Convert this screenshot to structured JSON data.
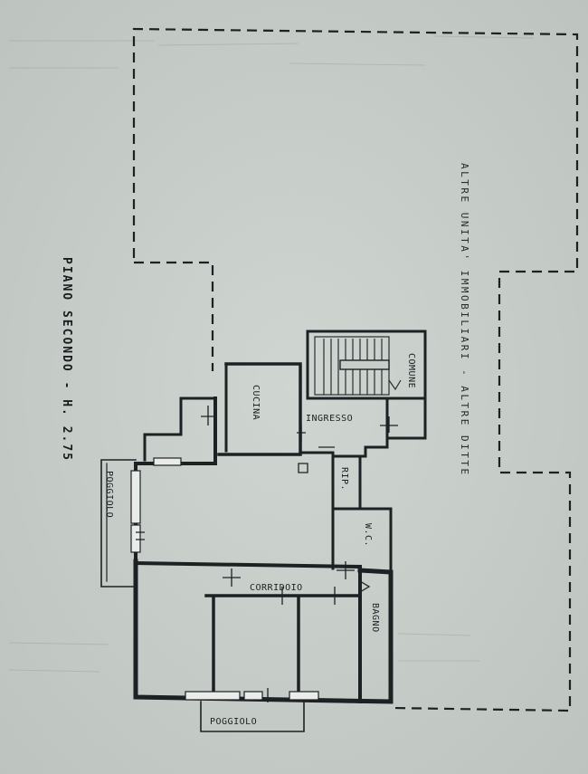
{
  "plan": {
    "title": "PIANO SECONDO - H. 2.75",
    "neighbours_label": "ALTRE UNITA' IMMOBILIARI - ALTRE DITTE",
    "rooms": {
      "kitchen": "CUCINA",
      "entrance": "INGRESSO",
      "common": "COMUNE",
      "storage": "RIP.",
      "wc": "W.C.",
      "corridor": "CORRIDOIO",
      "bathroom": "BAGNO",
      "balcony_side": "POGGIOLO",
      "balcony_bottom": "POGGIOLO"
    }
  }
}
